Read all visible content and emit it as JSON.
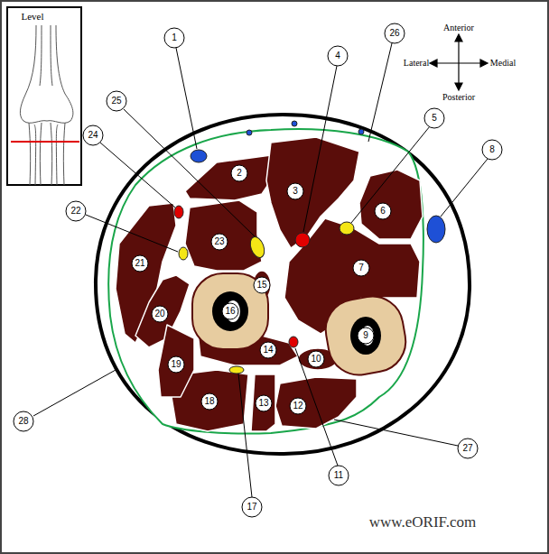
{
  "diagram": {
    "labels": [
      "Level",
      "Anterior",
      "Lateral",
      "Medial",
      "Posterior",
      "1",
      "2",
      "3",
      "4",
      "5",
      "6",
      "7",
      "8",
      "9",
      "10",
      "11",
      "12",
      "13",
      "14",
      "15",
      "16",
      "17",
      "18",
      "19",
      "20",
      "21",
      "22",
      "23",
      "24",
      "25",
      "26",
      "27",
      "28",
      "www.eORIF.com"
    ]
  }
}
